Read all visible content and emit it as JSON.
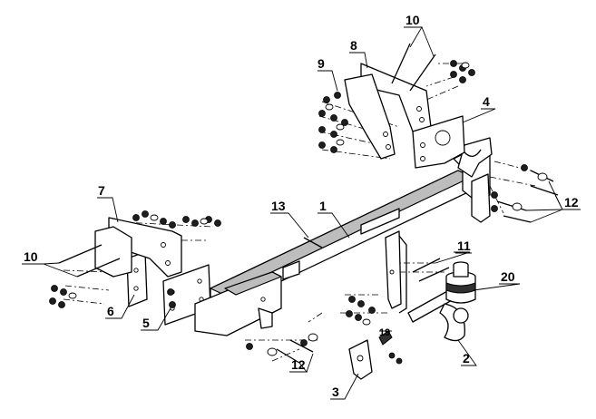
{
  "labels": {
    "p1": "1",
    "p2": "2",
    "p3": "3",
    "p4": "4",
    "p5": "5",
    "p6": "6",
    "p7": "7",
    "p8": "8",
    "p9": "9",
    "p10a": "10",
    "p10b": "10",
    "p11": "11",
    "p12a": "12",
    "p12b": "12",
    "p13": "13",
    "p19": "19",
    "p20": "20"
  }
}
